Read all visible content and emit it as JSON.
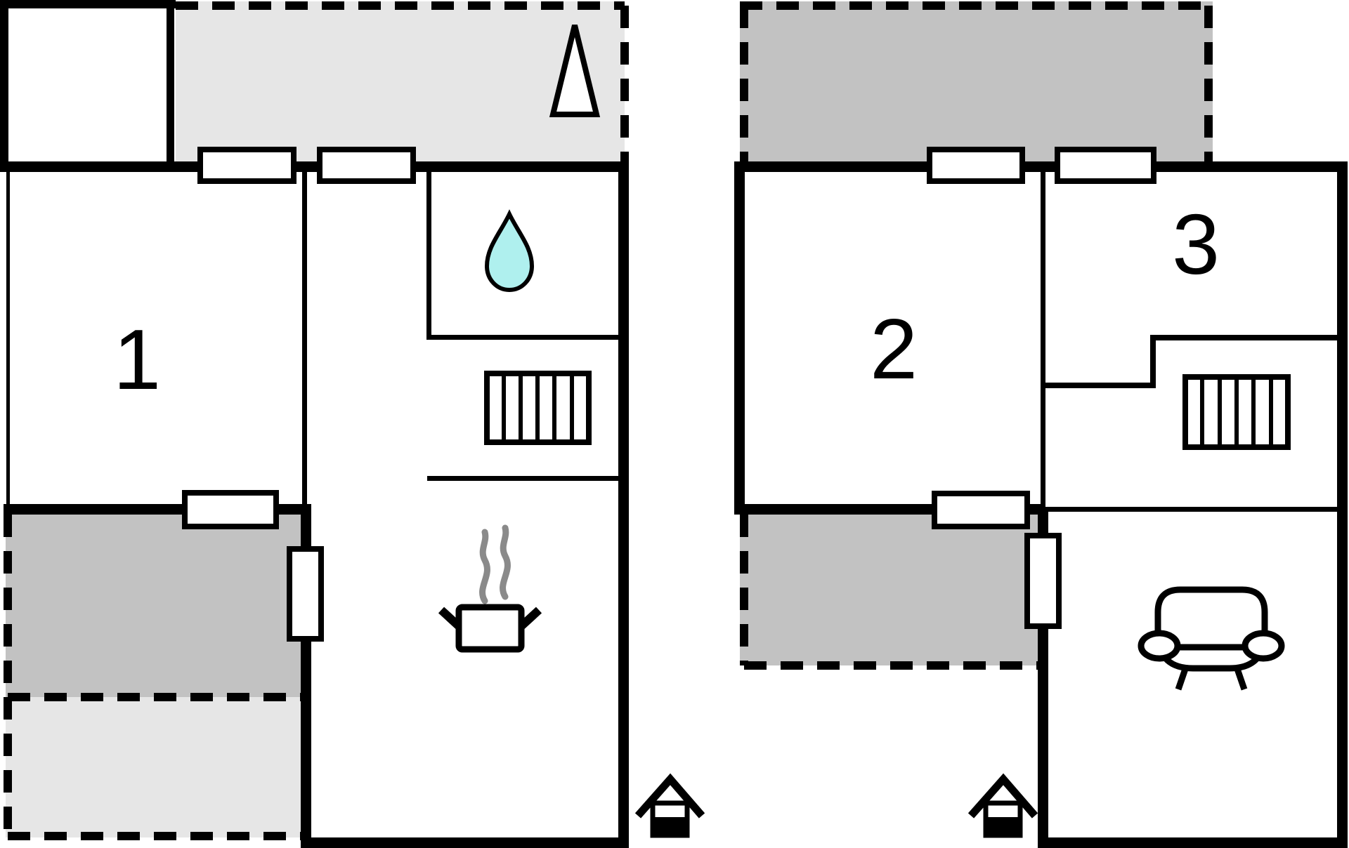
{
  "floorplan": {
    "type": "house-floor-plan",
    "room_labels": {
      "room1": "1",
      "room2": "2",
      "room3": "3"
    },
    "rooms": [
      {
        "id": "room1",
        "label": "1",
        "floor": "left-plan"
      },
      {
        "id": "room2",
        "label": "2",
        "floor": "right-plan"
      },
      {
        "id": "room3",
        "label": "3",
        "floor": "right-plan"
      }
    ],
    "colors": {
      "wall": "#000000",
      "terrace_light": "#e6e6e6",
      "terrace_dark": "#c2c2c2",
      "water": "#aff0ee",
      "steam": "#8a8a8a",
      "background": "#ffffff"
    },
    "icons": [
      "north-arrow-icon",
      "water-drop-icon",
      "stairs-icon",
      "cooking-pot-icon",
      "steam-icon",
      "sofa-icon",
      "house-entrance-icon"
    ]
  }
}
